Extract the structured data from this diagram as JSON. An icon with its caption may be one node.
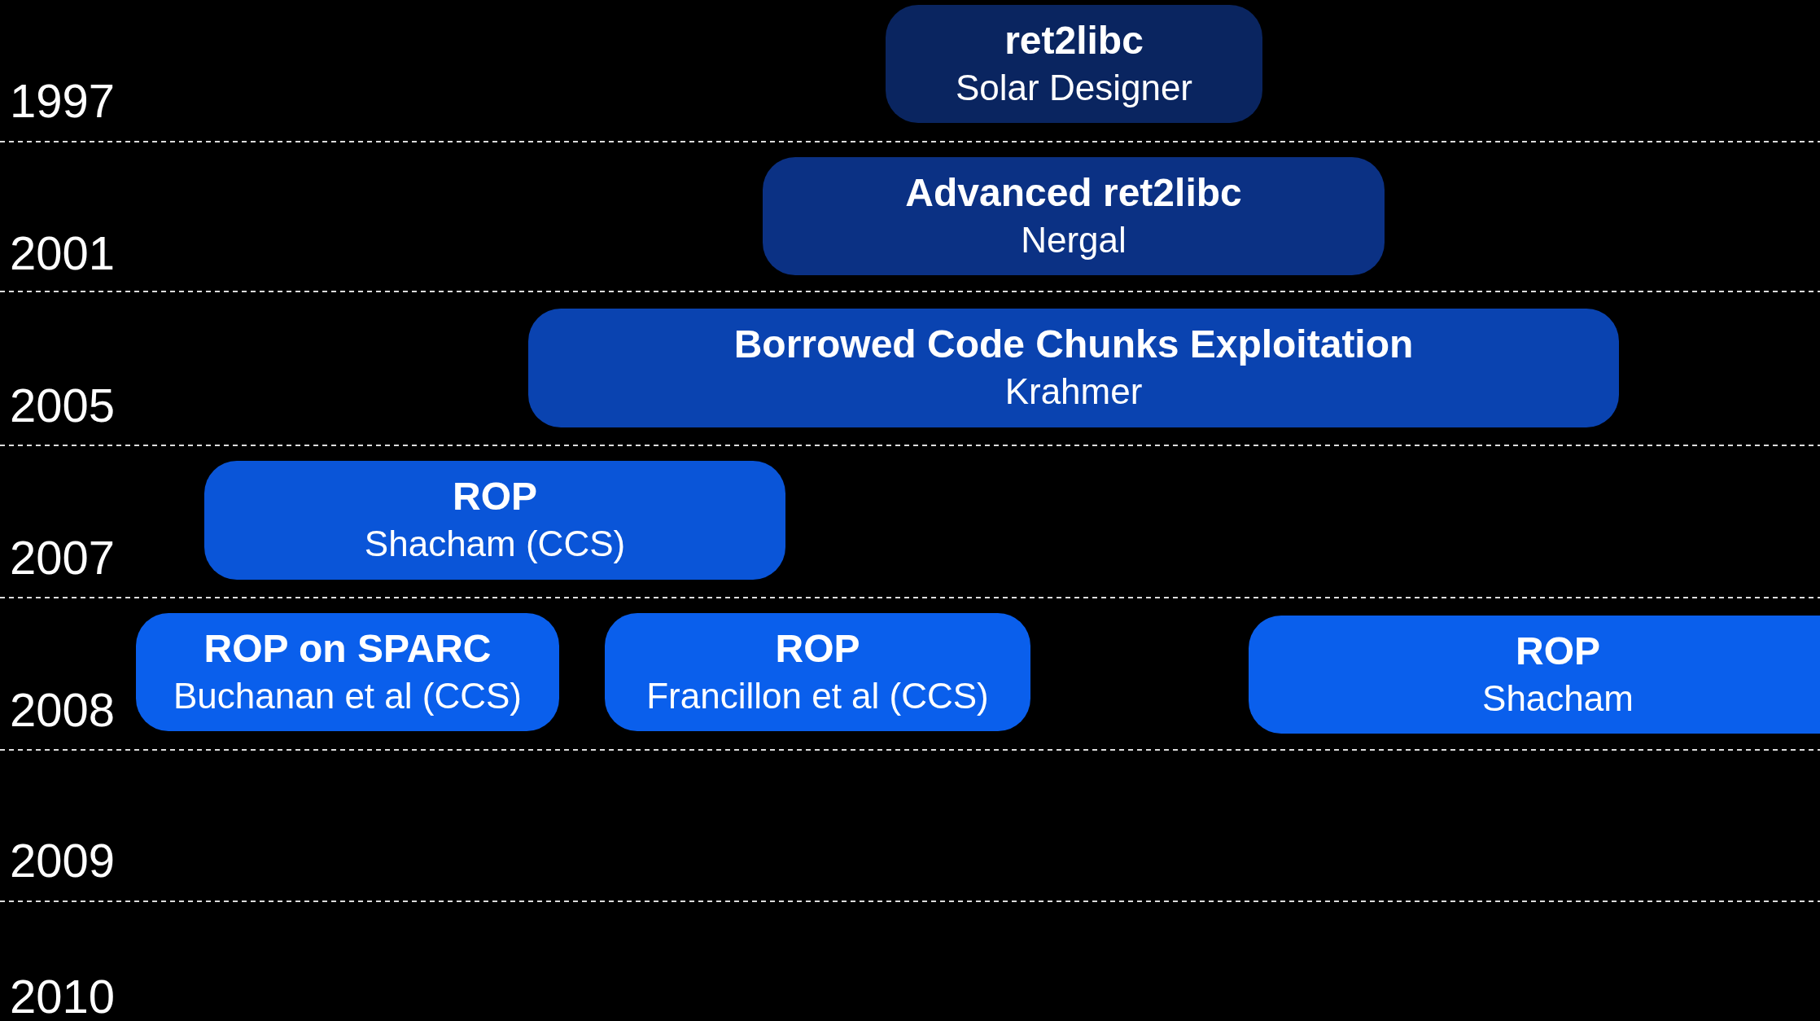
{
  "diagram": {
    "nodes": [
      {
        "text": [
          "ret2libc",
          "Solar Designer"
        ]
      },
      {
        "text": [
          "Advanced ret2libc",
          "Nergal"
        ]
      },
      {
        "text": [
          "Borrowed Code Chunks Exploitation",
          "Krahmer"
        ]
      },
      {
        "text": [
          "ROP",
          "Shacham (CCS)"
        ]
      },
      {
        "text": [
          "ROP on SPARC",
          "Buchanan et al (CCS)"
        ]
      },
      {
        "text": [
          "ROP",
          "Francillon et al (CCS)"
        ]
      },
      {
        "text": [
          "ROP",
          "Shacham"
        ]
      }
    ],
    "labels": [
      "1997",
      "2001",
      "2005",
      "2007",
      "2008",
      "2009",
      "2010"
    ]
  }
}
